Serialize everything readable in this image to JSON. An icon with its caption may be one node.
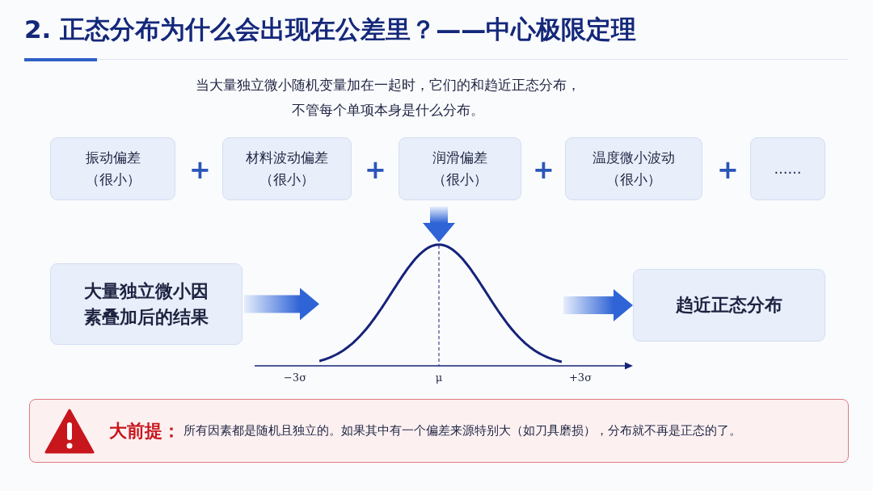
{
  "diagram": {
    "title": "2. 正态分布为什么会出现在公差里？——中心极限定理",
    "nodes": [
      {
        "text": [
          "振动偏差",
          "（很小）"
        ]
      },
      {
        "text": [
          "材料波动偏差",
          "（很小）"
        ]
      },
      {
        "text": [
          "润滑偏差",
          "（很小）"
        ]
      },
      {
        "text": [
          "温度微小波动",
          "（很小）"
        ]
      },
      {
        "text": [
          "……"
        ]
      },
      {
        "text": [
          "大量独立微小因素叠加后的结果"
        ]
      },
      {
        "text": [],
        "shape": "curve",
        "beside": [
          "−3σ",
          "μ",
          "+3σ"
        ]
      },
      {
        "text": [
          "趋近正态分布"
        ]
      },
      {
        "text": [
          "大前提：",
          "所有因素都是随机且独立的。如果其中有一个偏差来源特别大（如刀具磨损），分布就不再是正态的了。"
        ]
      }
    ],
    "edges": [
      {
        "from": 2,
        "to": 6,
        "arrow": "to"
      },
      {
        "from": 5,
        "to": 6,
        "arrow": "to"
      },
      {
        "from": 6,
        "to": 7,
        "arrow": "to"
      }
    ],
    "labels": [
      "当大量独立微小随机变量加在一起时，它们的和趋近正态分布，不管每个单项本身是什么分布。",
      "+",
      "+",
      "+",
      "+"
    ]
  }
}
